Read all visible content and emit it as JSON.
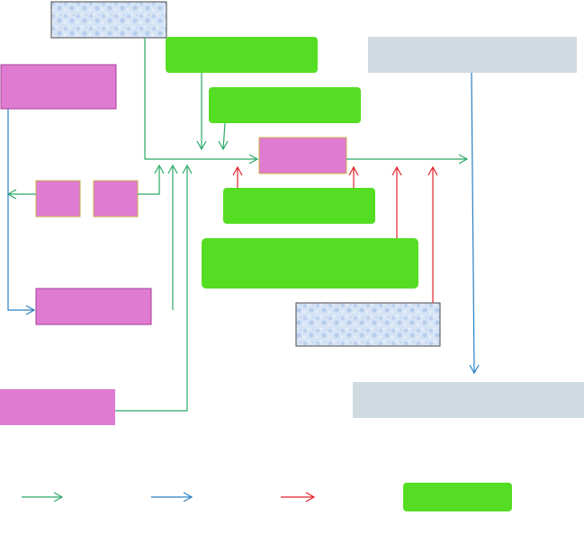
{
  "colors": {
    "background": "#ffffff",
    "pink_box": "#e07bd2",
    "pink_border": "#a43f98",
    "green_box": "#55dd23",
    "grey_box": "#cfdbe1",
    "textured_box_base": "#d6e4f5",
    "textured_box_speckle": "#a9c3ea",
    "textured_box_border": "#4a4a4a",
    "green_arrow": "#2ba866",
    "blue_arrow": "#2a7fc1",
    "red_arrow": "#e3232a",
    "yellow_border": "#c9b24a"
  },
  "boxes": [
    {
      "id": "textured-box-top-left",
      "style": "textured",
      "label": ""
    },
    {
      "id": "green-box-top",
      "style": "green",
      "label": ""
    },
    {
      "id": "grey-box-top-right",
      "style": "grey",
      "label": ""
    },
    {
      "id": "pink-box-left-upper",
      "style": "pink",
      "label": ""
    },
    {
      "id": "green-box-second",
      "style": "green",
      "label": ""
    },
    {
      "id": "pink-box-center",
      "style": "pink",
      "label": ""
    },
    {
      "id": "pink-box-small-left",
      "style": "pink",
      "label": ""
    },
    {
      "id": "pink-box-small-right",
      "style": "pink",
      "label": ""
    },
    {
      "id": "green-box-middle",
      "style": "green",
      "label": ""
    },
    {
      "id": "green-box-large",
      "style": "green",
      "label": ""
    },
    {
      "id": "pink-box-left-lower",
      "style": "pink",
      "label": ""
    },
    {
      "id": "textured-box-bottom",
      "style": "textured",
      "label": ""
    },
    {
      "id": "pink-box-bottom-left",
      "style": "pink",
      "label": ""
    },
    {
      "id": "grey-box-bottom-right",
      "style": "grey",
      "label": ""
    }
  ],
  "legend": [
    {
      "id": "legend-green-arrow",
      "kind": "arrow",
      "color": "green",
      "label": ""
    },
    {
      "id": "legend-blue-arrow",
      "kind": "arrow",
      "color": "blue",
      "label": ""
    },
    {
      "id": "legend-red-arrow",
      "kind": "arrow",
      "color": "red",
      "label": ""
    },
    {
      "id": "legend-green-box",
      "kind": "box",
      "color": "green",
      "label": ""
    }
  ]
}
